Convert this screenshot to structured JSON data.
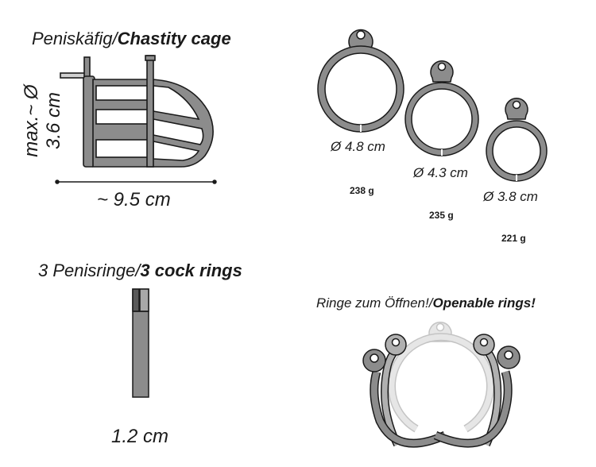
{
  "cage": {
    "title_de": "Peniskäfig/",
    "title_en": "Chastity cage",
    "height_label": "max.~ Ø\n3.6 cm",
    "height_line1": "max.~ Ø",
    "height_line2": "3.6 cm",
    "length_label": "~ 9.5 cm"
  },
  "rings": [
    {
      "diameter": "Ø 4.8 cm",
      "weight": "238 g"
    },
    {
      "diameter": "Ø 4.3 cm",
      "weight": "235 g"
    },
    {
      "diameter": "Ø 3.8 cm",
      "weight": "221 g"
    }
  ],
  "cock_rings": {
    "title_de": "3 Penisringe/",
    "title_en": "3 cock rings",
    "width_label": "1.2 cm"
  },
  "openable": {
    "title_de": "Ringe zum Öffnen!/",
    "title_en": "Openable rings!"
  },
  "colors": {
    "ring_fill": "#8c8c8c",
    "ring_stroke": "#1a1a1a",
    "ring_light": "#d8d8d8",
    "ring_light_stroke": "#bdbdbd"
  }
}
